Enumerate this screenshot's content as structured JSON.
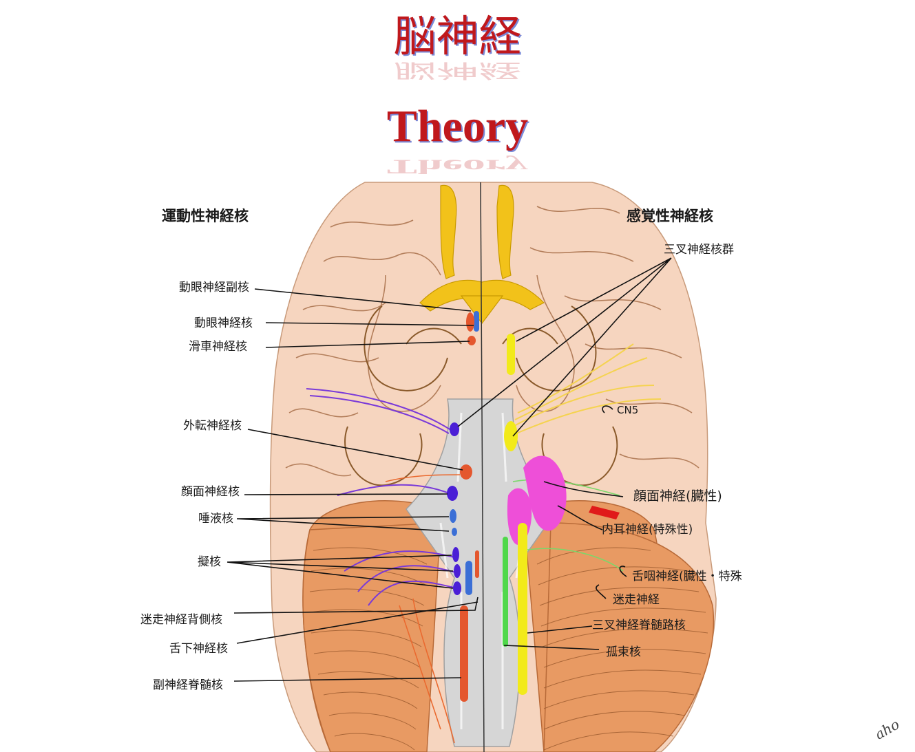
{
  "title_jp": "脳神経",
  "title_en": "Theory",
  "headings": {
    "motor": "運動性神経核",
    "sensory": "感覚性神経核"
  },
  "left_labels": {
    "accessory_oculomotor": "動眼神経副核",
    "oculomotor": "動眼神経核",
    "trochlear": "滑車神経核",
    "abducens": "外転神経核",
    "facial": "顔面神経核",
    "salivatory": "唾液核",
    "ambiguus": "擬核",
    "dorsal_vagal": "迷走神経背側核",
    "hypoglossal": "舌下神経核",
    "accessory_spinal": "副神経脊髄核"
  },
  "right_labels": {
    "trigeminal_group": "三叉神経核群",
    "cn5": "CN5",
    "facial_nerve": "顔面神経(臓性)",
    "inner_ear": "内耳神経(特殊性)",
    "glossopharyngeal": "舌咽神経(臓性・特殊",
    "vagus": "迷走神経",
    "spinal_trigeminal": "三叉神経脊髄路核",
    "solitary": "孤束核"
  },
  "colors": {
    "title_red": "#c0181c",
    "cerebrum": "#f6d5bf",
    "cerebellum": "#e89a63",
    "brainstem": "#d6d6d6",
    "nerve_yellow": "#f2c21a",
    "nucleus_blue": "#3b6fd6",
    "nucleus_orange": "#e4572e",
    "nucleus_purple": "#4a1fd6",
    "nucleus_pink": "#ee4fd8",
    "nucleus_green": "#4fd84a",
    "sulcus": "#8a5a2b"
  }
}
